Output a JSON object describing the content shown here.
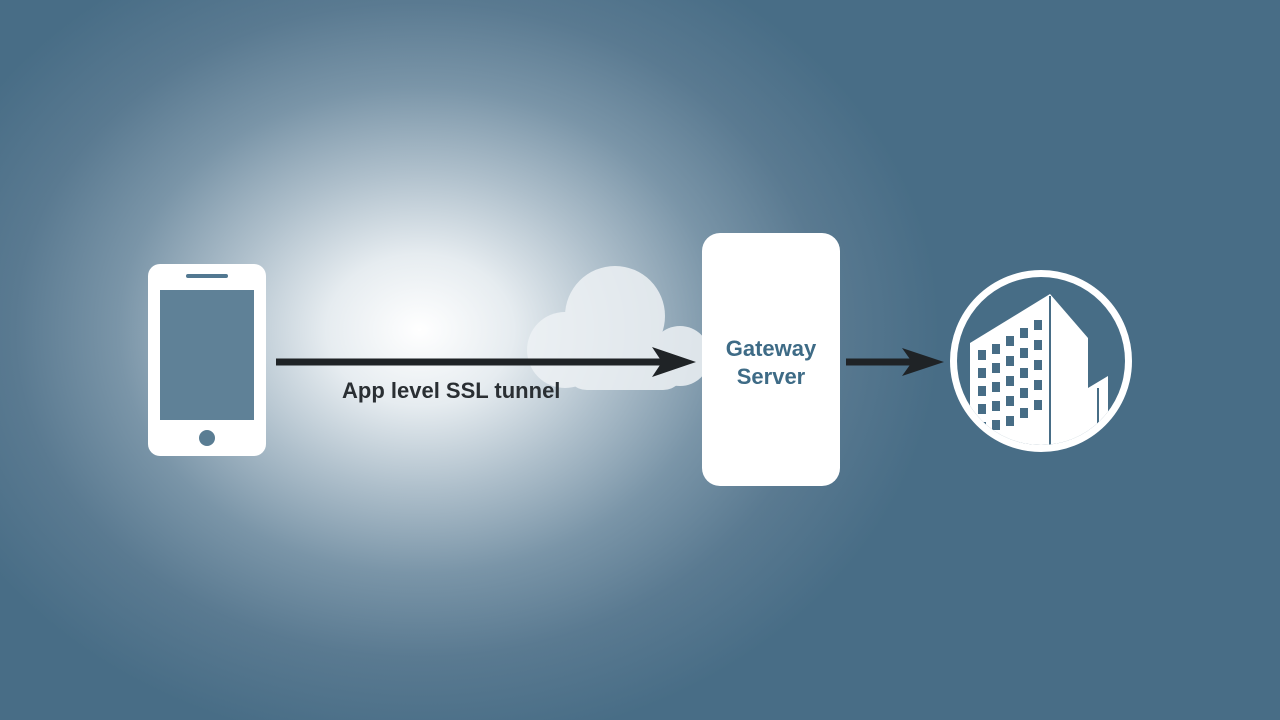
{
  "nodes": {
    "client_device": {
      "icon": "smartphone-icon"
    },
    "network": {
      "icon": "cloud-icon"
    },
    "gateway": {
      "label_line1": "Gateway",
      "label_line2": "Server"
    },
    "backend": {
      "icon": "office-building-icon"
    }
  },
  "edges": {
    "tunnel": {
      "label": "App level SSL tunnel"
    },
    "forward": {
      "label": ""
    }
  },
  "colors": {
    "background": "#476d86",
    "foreground": "#ffffff",
    "arrow": "#1f2326",
    "gateway_text": "#3e6b86"
  }
}
